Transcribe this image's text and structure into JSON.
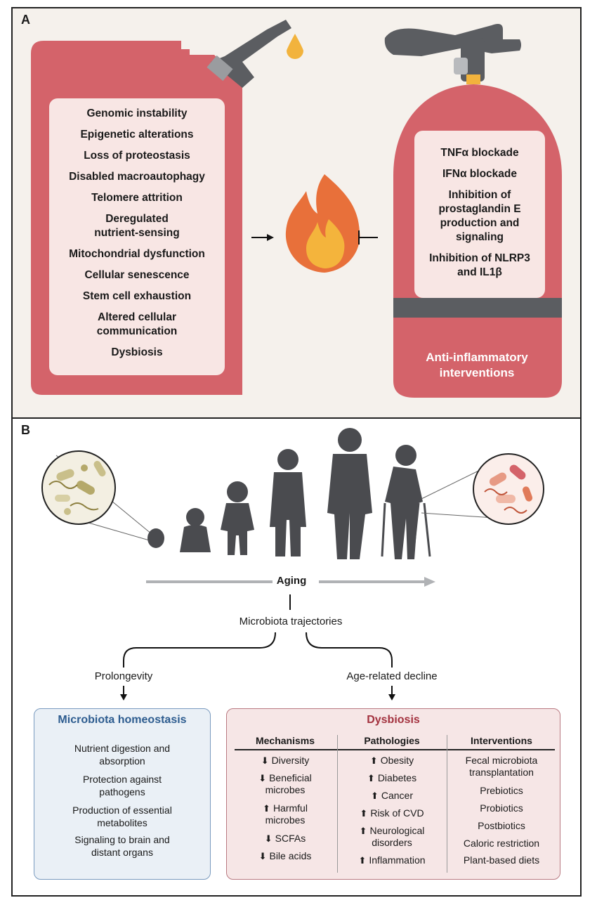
{
  "panel_a": {
    "label": "A",
    "hallmarks": [
      "Genomic instability",
      "Epigenetic alterations",
      "Loss of proteostasis",
      "Disabled macroautophagy",
      "Telomere attrition",
      "Deregulated\nnutrient-sensing",
      "Mitochondrial dysfunction",
      "Cellular senescence",
      "Stem cell exhaustion",
      "Altered cellular\ncommunication",
      "Dysbiosis"
    ],
    "interventions": [
      "TNFα blockade",
      "IFNα blockade",
      "Inhibition of\nprostaglandin E\nproduction and\nsignaling",
      "Inhibition of NLRP3\nand IL1β"
    ],
    "extinguisher_label": "Anti-inflammatory\ninterventions",
    "colors": {
      "red": "#d4636a",
      "gray": "#5b5d61",
      "flame_outer": "#e8703a",
      "flame_inner": "#f4b43c"
    }
  },
  "panel_b": {
    "label": "B",
    "aging_label": "Aging",
    "trajectories_label": "Microbiota trajectories",
    "left_branch": "Prolongevity",
    "right_branch": "Age-related decline",
    "homeostasis": {
      "title": "Microbiota homeostasis",
      "items": [
        "Nutrient digestion and\nabsorption",
        "Protection against\npathogens",
        "Production of essential\nmetabolites",
        "Signaling to brain and\ndistant organs"
      ]
    },
    "dysbiosis": {
      "title": "Dysbiosis",
      "columns": [
        "Mechanisms",
        "Pathologies",
        "Interventions"
      ],
      "mechanisms": [
        {
          "dir": "down",
          "text": "Diversity"
        },
        {
          "dir": "down",
          "text": "Beneficial\nmicrobes"
        },
        {
          "dir": "up",
          "text": "Harmful\nmicrobes"
        },
        {
          "dir": "down",
          "text": "SCFAs"
        },
        {
          "dir": "down",
          "text": "Bile acids"
        }
      ],
      "pathologies": [
        {
          "dir": "up",
          "text": "Obesity"
        },
        {
          "dir": "up",
          "text": "Diabetes"
        },
        {
          "dir": "up",
          "text": "Cancer"
        },
        {
          "dir": "up",
          "text": "Risk of CVD"
        },
        {
          "dir": "up",
          "text": "Neurological\ndisorders"
        },
        {
          "dir": "up",
          "text": "Inflammation"
        }
      ],
      "interventions": [
        "Fecal microbiota\ntransplantation",
        "Prebiotics",
        "Probiotics",
        "Postbiotics",
        "Caloric restriction",
        "Plant-based diets"
      ]
    },
    "colors": {
      "silhouette": "#4a4b4f",
      "blue_title": "#2d5c8f",
      "red_title": "#a3323f"
    }
  }
}
